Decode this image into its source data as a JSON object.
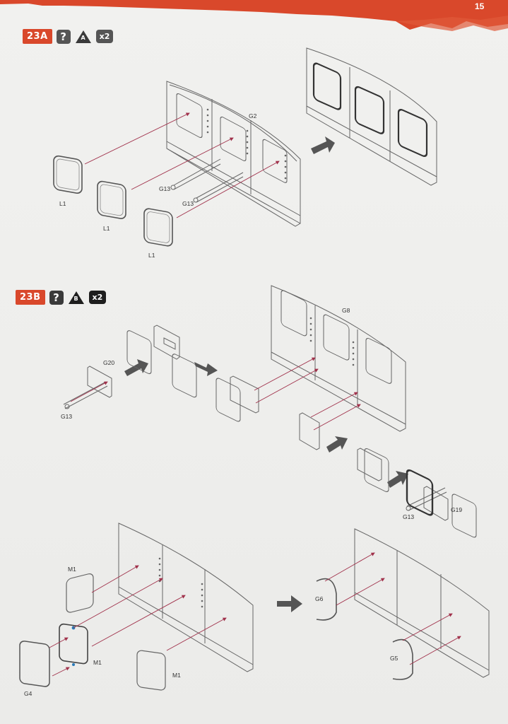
{
  "page": {
    "number": "15"
  },
  "step_a": {
    "badge": "23A",
    "question": "?",
    "variant": "A",
    "multiplier": "x2"
  },
  "step_b": {
    "badge": "23B",
    "question": "?",
    "variant": "B",
    "multiplier": "x2"
  },
  "labels": {
    "a_g2": "G2",
    "a_g13_1": "G13",
    "a_g13_2": "G13",
    "a_l1_1": "L1",
    "a_l1_2": "L1",
    "a_l1_3": "L1",
    "b_g8": "G8",
    "b_g20": "G20",
    "b_g13_1": "G13",
    "b_g13_2": "G13",
    "b_g19": "G19",
    "c_m1_1": "M1",
    "c_m1_2": "M1",
    "c_m1_3": "M1",
    "c_g4": "G4",
    "c_g6": "G6",
    "c_g5": "G5"
  },
  "colors": {
    "accent": "#d9482b",
    "arrow": "#a0304a",
    "line": "#666666",
    "dark_arrow": "#555555"
  }
}
